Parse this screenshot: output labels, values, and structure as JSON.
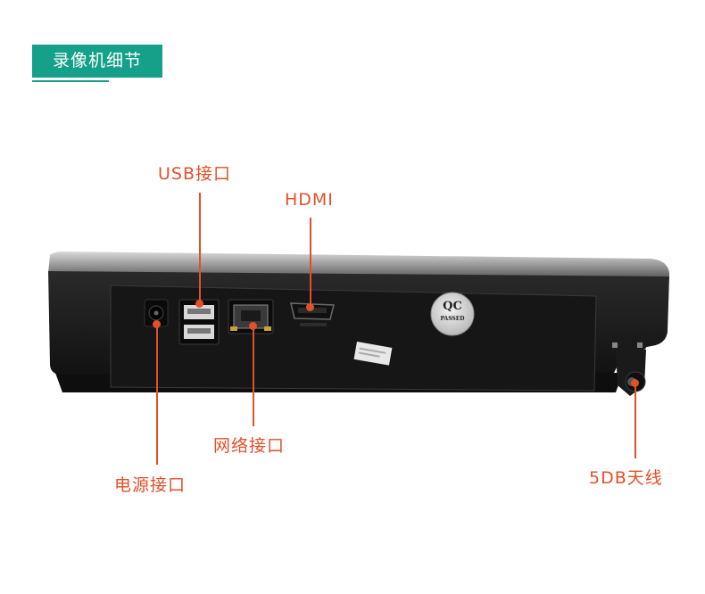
{
  "header": {
    "title": "录像机细节"
  },
  "labels": {
    "usb": "USB接口",
    "hdmi": "HDMI",
    "network": "网络接口",
    "power": "电源接口",
    "antenna": "5DB天线"
  },
  "sticker": {
    "line1": "QC",
    "line2": "PASSED"
  },
  "colors": {
    "accent": "#14a089",
    "callout": "#e2502a",
    "body": "#1b1b1b"
  }
}
